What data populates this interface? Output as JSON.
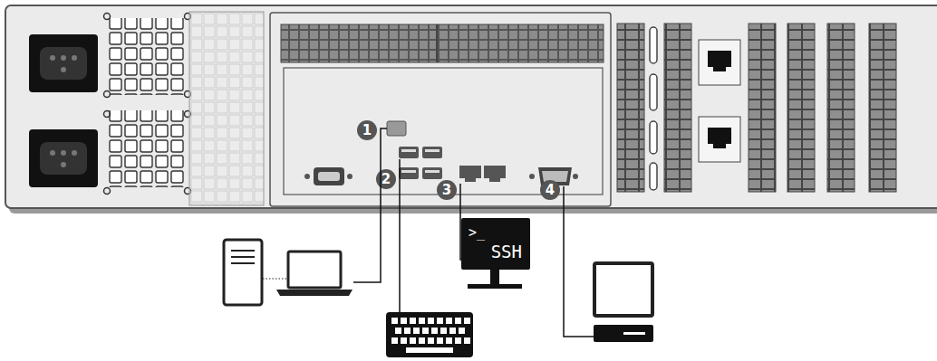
{
  "diagram": {
    "nodes": [
      {
        "text": [
          ">_",
          "SSH"
        ]
      }
    ],
    "labels": [
      "1",
      "2",
      "3",
      "4"
    ]
  }
}
